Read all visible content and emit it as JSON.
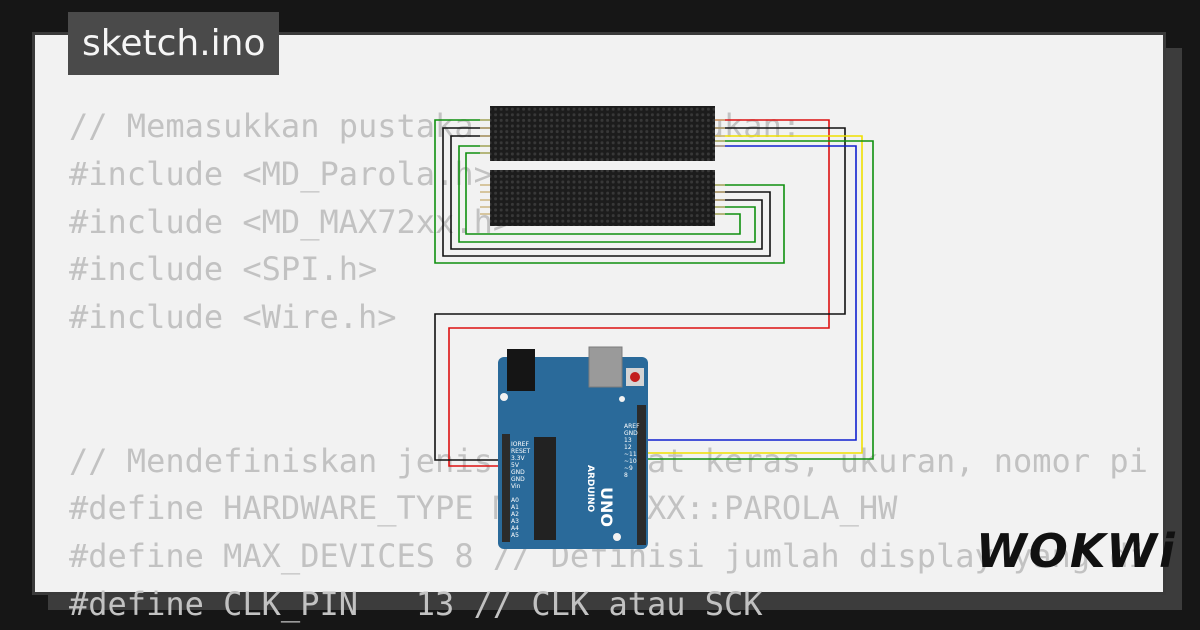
{
  "tab": {
    "title": "sketch.ino"
  },
  "code": {
    "lines": [
      "// Memasukkan pustaka yang diperlukan:",
      "#include <MD_Parola.h>",
      "#include <MD_MAX72xx.h>",
      "#include <SPI.h>",
      "#include <Wire.h>",
      "",
      "",
      "// Mendefiniskan jenis perangkat keras, ukuran, nomor pi",
      "#define HARDWARE_TYPE MD_MAX72XX::PAROLA_HW",
      "#define MAX_DEVICES 8 // Definisi jumlah display yang di",
      "#define CLK_PIN   13 // CLK atau SCK"
    ]
  },
  "brand": {
    "name": "WOKWi"
  },
  "board": {
    "logo_text": "ARDUINO",
    "model": "UNO"
  },
  "wire_colors": {
    "red": "#dd1111",
    "black": "#111111",
    "yellow": "#f0e000",
    "blue": "#1020d0",
    "green": "#109010"
  }
}
